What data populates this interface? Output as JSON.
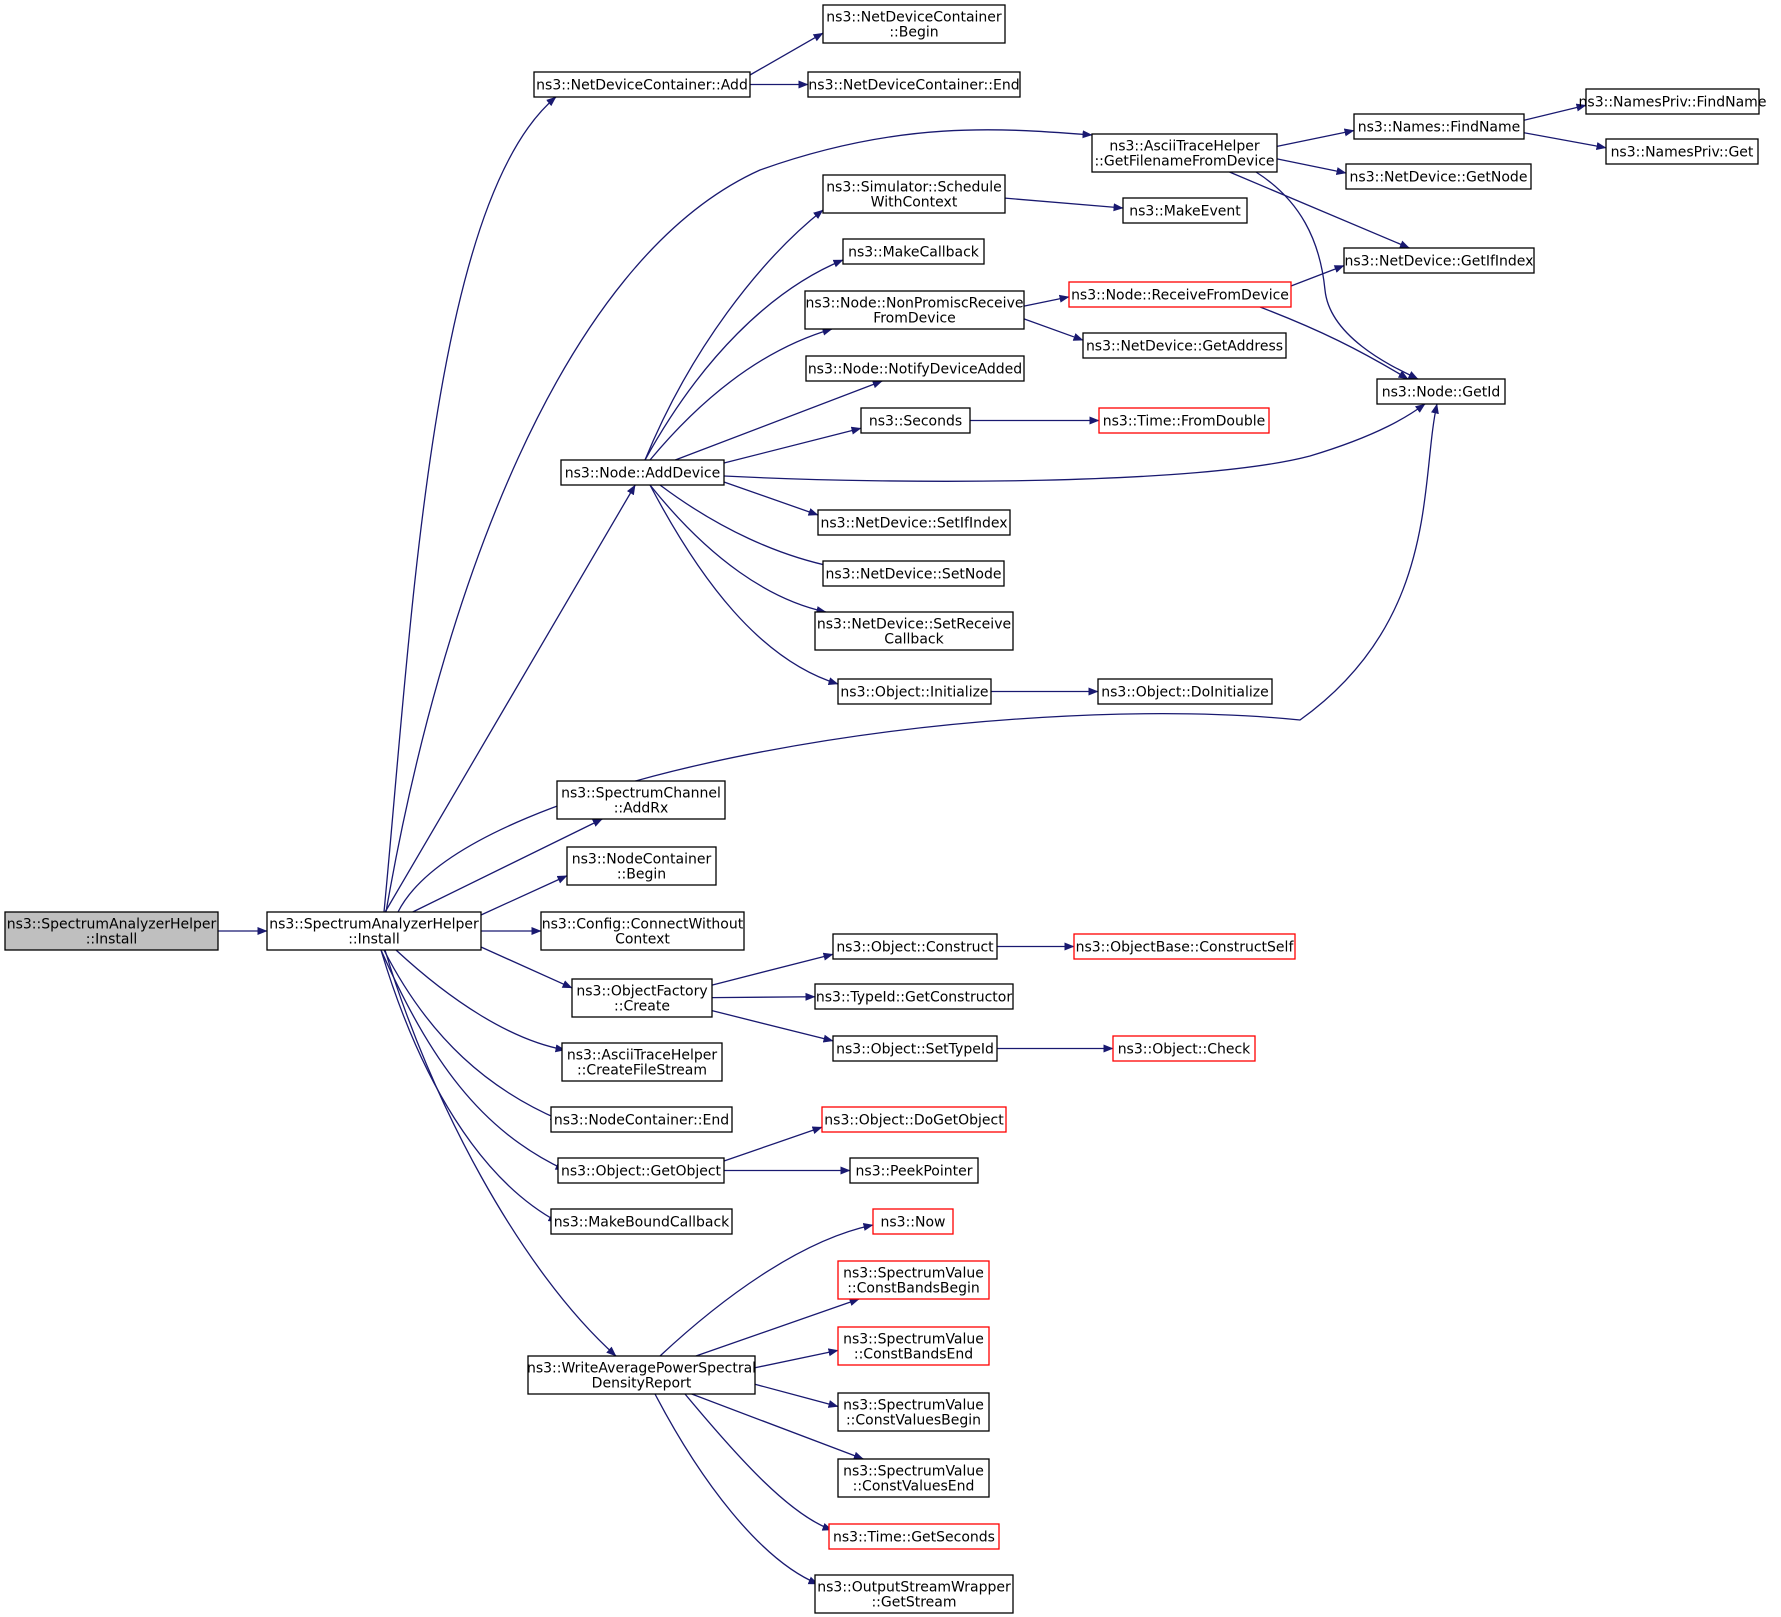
{
  "colors": {
    "edge": "#191970",
    "external_border": "#ff0000",
    "root_fill": "#bfbfbf"
  },
  "nodes": [
    {
      "id": "root",
      "lines": [
        "ns3::SpectrumAnalyzerHelper",
        "::Install"
      ],
      "style": "root"
    },
    {
      "id": "install",
      "lines": [
        "ns3::SpectrumAnalyzerHelper",
        "::Install"
      ]
    },
    {
      "id": "ndc_add",
      "lines": [
        "ns3::NetDeviceContainer::Add"
      ]
    },
    {
      "id": "ndc_begin",
      "lines": [
        "ns3::NetDeviceContainer",
        "::Begin"
      ]
    },
    {
      "id": "ndc_end",
      "lines": [
        "ns3::NetDeviceContainer::End"
      ]
    },
    {
      "id": "ascii_getfn",
      "lines": [
        "ns3::AsciiTraceHelper",
        "::GetFilenameFromDevice"
      ]
    },
    {
      "id": "names_find",
      "lines": [
        "ns3::Names::FindName"
      ]
    },
    {
      "id": "namespriv_find",
      "lines": [
        "ns3::NamesPriv::FindName"
      ]
    },
    {
      "id": "namespriv_get",
      "lines": [
        "ns3::NamesPriv::Get"
      ]
    },
    {
      "id": "nd_getnode",
      "lines": [
        "ns3::NetDevice::GetNode"
      ]
    },
    {
      "id": "sim_sched",
      "lines": [
        "ns3::Simulator::Schedule",
        "WithContext"
      ]
    },
    {
      "id": "make_event",
      "lines": [
        "ns3::MakeEvent"
      ]
    },
    {
      "id": "make_cb",
      "lines": [
        "ns3::MakeCallback"
      ]
    },
    {
      "id": "nd_getifindex",
      "lines": [
        "ns3::NetDevice::GetIfIndex"
      ]
    },
    {
      "id": "node_nonpromisc",
      "lines": [
        "ns3::Node::NonPromiscReceive",
        "FromDevice"
      ]
    },
    {
      "id": "node_recv",
      "lines": [
        "ns3::Node::ReceiveFromDevice"
      ],
      "style": "red"
    },
    {
      "id": "nd_getaddr",
      "lines": [
        "ns3::NetDevice::GetAddress"
      ]
    },
    {
      "id": "node_notify",
      "lines": [
        "ns3::Node::NotifyDeviceAdded"
      ]
    },
    {
      "id": "node_getid",
      "lines": [
        "ns3::Node::GetId"
      ]
    },
    {
      "id": "seconds",
      "lines": [
        "ns3::Seconds"
      ]
    },
    {
      "id": "time_fromdouble",
      "lines": [
        "ns3::Time::FromDouble"
      ],
      "style": "red"
    },
    {
      "id": "node_adddevice",
      "lines": [
        "ns3::Node::AddDevice"
      ]
    },
    {
      "id": "nd_setifindex",
      "lines": [
        "ns3::NetDevice::SetIfIndex"
      ]
    },
    {
      "id": "nd_setnode",
      "lines": [
        "ns3::NetDevice::SetNode"
      ]
    },
    {
      "id": "nd_setrecv",
      "lines": [
        "ns3::NetDevice::SetReceive",
        "Callback"
      ]
    },
    {
      "id": "obj_init",
      "lines": [
        "ns3::Object::Initialize"
      ]
    },
    {
      "id": "obj_doinit",
      "lines": [
        "ns3::Object::DoInitialize"
      ]
    },
    {
      "id": "sc_addrx",
      "lines": [
        "ns3::SpectrumChannel",
        "::AddRx"
      ]
    },
    {
      "id": "nc_begin",
      "lines": [
        "ns3::NodeContainer",
        "::Begin"
      ]
    },
    {
      "id": "cfg_connect",
      "lines": [
        "ns3::Config::ConnectWithout",
        "Context"
      ]
    },
    {
      "id": "obj_construct",
      "lines": [
        "ns3::Object::Construct"
      ]
    },
    {
      "id": "objbase_construct",
      "lines": [
        "ns3::ObjectBase::ConstructSelf"
      ],
      "style": "red"
    },
    {
      "id": "of_create",
      "lines": [
        "ns3::ObjectFactory",
        "::Create"
      ]
    },
    {
      "id": "typeid_getctor",
      "lines": [
        "ns3::TypeId::GetConstructor"
      ]
    },
    {
      "id": "obj_settypeid",
      "lines": [
        "ns3::Object::SetTypeId"
      ]
    },
    {
      "id": "obj_check",
      "lines": [
        "ns3::Object::Check"
      ],
      "style": "red"
    },
    {
      "id": "ascii_createfs",
      "lines": [
        "ns3::AsciiTraceHelper",
        "::CreateFileStream"
      ]
    },
    {
      "id": "nc_end",
      "lines": [
        "ns3::NodeContainer::End"
      ]
    },
    {
      "id": "obj_dogetobj",
      "lines": [
        "ns3::Object::DoGetObject"
      ],
      "style": "red"
    },
    {
      "id": "obj_getobj",
      "lines": [
        "ns3::Object::GetObject"
      ]
    },
    {
      "id": "peek_pointer",
      "lines": [
        "ns3::PeekPointer"
      ]
    },
    {
      "id": "make_bound_cb",
      "lines": [
        "ns3::MakeBoundCallback"
      ]
    },
    {
      "id": "now",
      "lines": [
        "ns3::Now"
      ],
      "style": "red"
    },
    {
      "id": "sv_cbb",
      "lines": [
        "ns3::SpectrumValue",
        "::ConstBandsBegin"
      ],
      "style": "red"
    },
    {
      "id": "sv_cbe",
      "lines": [
        "ns3::SpectrumValue",
        "::ConstBandsEnd"
      ],
      "style": "red"
    },
    {
      "id": "write_avg",
      "lines": [
        "ns3::WriteAveragePowerSpectral",
        "DensityReport"
      ]
    },
    {
      "id": "sv_cvb",
      "lines": [
        "ns3::SpectrumValue",
        "::ConstValuesBegin"
      ]
    },
    {
      "id": "sv_cve",
      "lines": [
        "ns3::SpectrumValue",
        "::ConstValuesEnd"
      ]
    },
    {
      "id": "time_getsec",
      "lines": [
        "ns3::Time::GetSeconds"
      ],
      "style": "red"
    },
    {
      "id": "osw_getstream",
      "lines": [
        "ns3::OutputStreamWrapper",
        "::GetStream"
      ]
    }
  ],
  "edges": [
    [
      "root",
      "install"
    ],
    [
      "install",
      "ndc_add"
    ],
    [
      "install",
      "ascii_getfn"
    ],
    [
      "install",
      "node_adddevice"
    ],
    [
      "install",
      "node_getid"
    ],
    [
      "install",
      "sc_addrx"
    ],
    [
      "install",
      "nc_begin"
    ],
    [
      "install",
      "cfg_connect"
    ],
    [
      "install",
      "of_create"
    ],
    [
      "install",
      "ascii_createfs"
    ],
    [
      "install",
      "nc_end"
    ],
    [
      "install",
      "obj_getobj"
    ],
    [
      "install",
      "make_bound_cb"
    ],
    [
      "install",
      "write_avg"
    ],
    [
      "ndc_add",
      "ndc_begin"
    ],
    [
      "ndc_add",
      "ndc_end"
    ],
    [
      "ascii_getfn",
      "names_find"
    ],
    [
      "ascii_getfn",
      "nd_getnode"
    ],
    [
      "ascii_getfn",
      "nd_getifindex"
    ],
    [
      "ascii_getfn",
      "node_getid"
    ],
    [
      "names_find",
      "namespriv_find"
    ],
    [
      "names_find",
      "namespriv_get"
    ],
    [
      "node_adddevice",
      "sim_sched"
    ],
    [
      "node_adddevice",
      "make_cb"
    ],
    [
      "node_adddevice",
      "node_nonpromisc"
    ],
    [
      "node_adddevice",
      "node_notify"
    ],
    [
      "node_adddevice",
      "seconds"
    ],
    [
      "node_adddevice",
      "node_getid"
    ],
    [
      "node_adddevice",
      "nd_setifindex"
    ],
    [
      "node_adddevice",
      "nd_setnode"
    ],
    [
      "node_adddevice",
      "nd_setrecv"
    ],
    [
      "node_adddevice",
      "obj_init"
    ],
    [
      "sim_sched",
      "make_event"
    ],
    [
      "node_nonpromisc",
      "node_recv"
    ],
    [
      "node_nonpromisc",
      "nd_getaddr"
    ],
    [
      "node_recv",
      "nd_getifindex"
    ],
    [
      "node_recv",
      "node_getid"
    ],
    [
      "seconds",
      "time_fromdouble"
    ],
    [
      "obj_init",
      "obj_doinit"
    ],
    [
      "of_create",
      "obj_construct"
    ],
    [
      "of_create",
      "typeid_getctor"
    ],
    [
      "of_create",
      "obj_settypeid"
    ],
    [
      "obj_construct",
      "objbase_construct"
    ],
    [
      "obj_settypeid",
      "obj_check"
    ],
    [
      "obj_getobj",
      "obj_dogetobj"
    ],
    [
      "obj_getobj",
      "peek_pointer"
    ],
    [
      "write_avg",
      "now"
    ],
    [
      "write_avg",
      "sv_cbb"
    ],
    [
      "write_avg",
      "sv_cbe"
    ],
    [
      "write_avg",
      "sv_cvb"
    ],
    [
      "write_avg",
      "sv_cve"
    ],
    [
      "write_avg",
      "time_getsec"
    ],
    [
      "write_avg",
      "osw_getstream"
    ]
  ]
}
